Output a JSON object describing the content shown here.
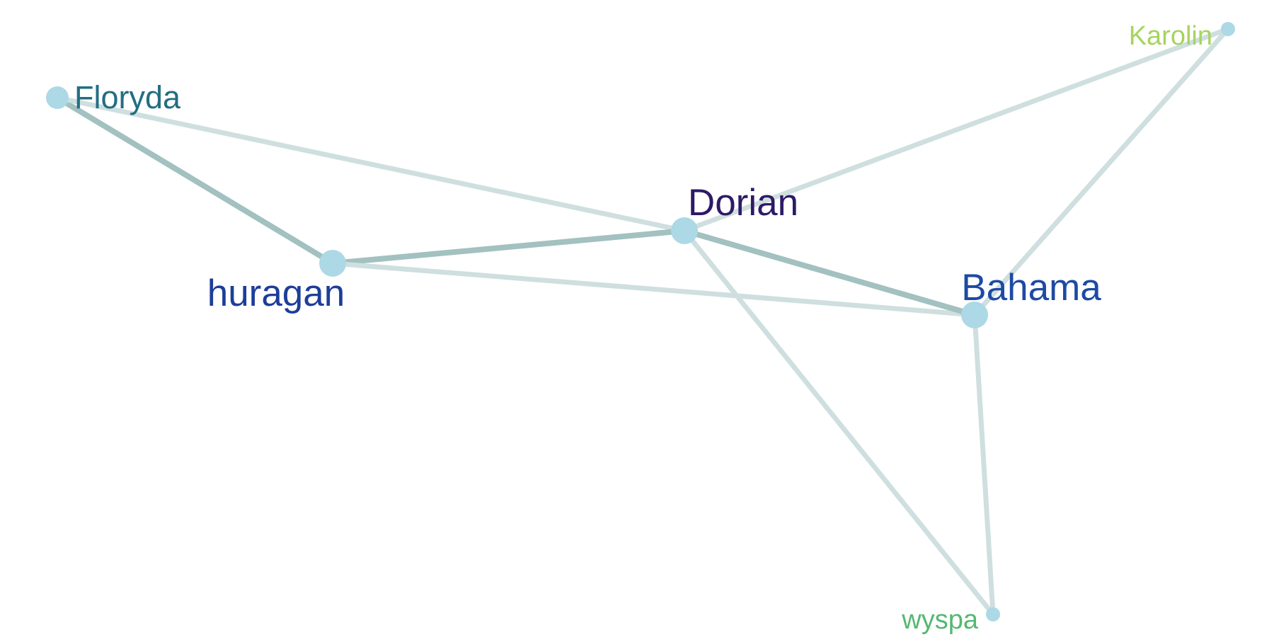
{
  "colors": {
    "background": "#ffffff",
    "node_fill": "#add8e6",
    "edge_light": "#cfdfdf",
    "edge_dark": "#a2c1c0"
  },
  "graph": {
    "nodes": [
      {
        "id": "floryda",
        "label": "Floryda",
        "color": "#226e82",
        "size": "medium"
      },
      {
        "id": "huragan",
        "label": "huragan",
        "color": "#1d3e99",
        "size": "large"
      },
      {
        "id": "dorian",
        "label": "Dorian",
        "color": "#2d1a67",
        "size": "large"
      },
      {
        "id": "bahama",
        "label": "Bahama",
        "color": "#1d4aa3",
        "size": "large"
      },
      {
        "id": "karolin",
        "label": "Karolin",
        "color": "#a6d45e",
        "size": "small"
      },
      {
        "id": "wyspa",
        "label": "wyspa",
        "color": "#55b872",
        "size": "small"
      }
    ],
    "edges": [
      {
        "source": "floryda",
        "target": "huragan",
        "weight": "strong"
      },
      {
        "source": "floryda",
        "target": "dorian",
        "weight": "weak"
      },
      {
        "source": "huragan",
        "target": "dorian",
        "weight": "strong"
      },
      {
        "source": "huragan",
        "target": "bahama",
        "weight": "weak"
      },
      {
        "source": "dorian",
        "target": "bahama",
        "weight": "strong"
      },
      {
        "source": "dorian",
        "target": "karolin",
        "weight": "weak"
      },
      {
        "source": "dorian",
        "target": "wyspa",
        "weight": "weak"
      },
      {
        "source": "bahama",
        "target": "karolin",
        "weight": "weak"
      },
      {
        "source": "bahama",
        "target": "wyspa",
        "weight": "weak"
      }
    ]
  }
}
